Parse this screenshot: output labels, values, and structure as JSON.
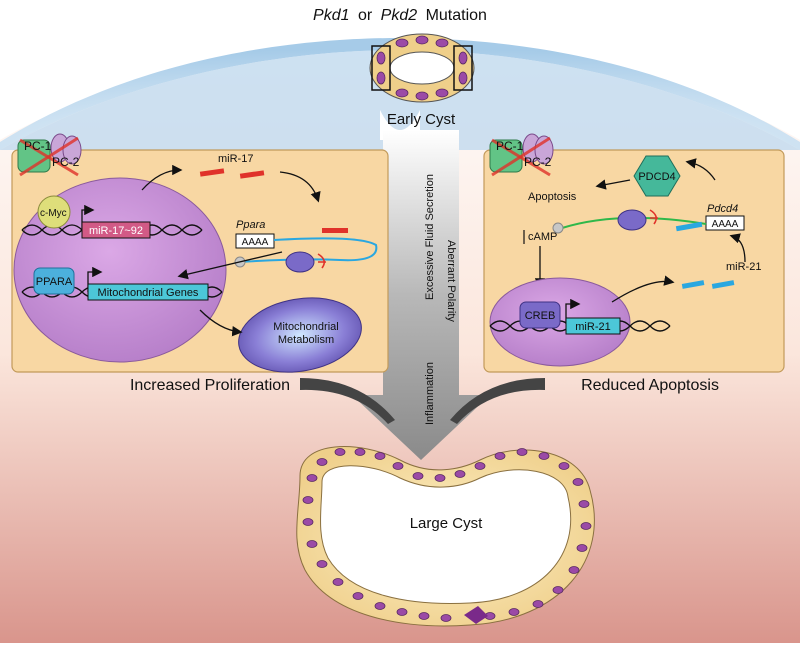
{
  "title": {
    "gene_a": "Pkd1",
    "connector": "or",
    "gene_b": "Pkd2",
    "suffix": "Mutation"
  },
  "early_cyst_label": "Early Cyst",
  "large_cyst_label": "Large Cyst",
  "arrow_labels": [
    "Excessive Fluid Secretion",
    "Aberrant Polarity",
    "Inflammation"
  ],
  "left_panel": {
    "pc1": "PC-1",
    "pc2": "PC-2",
    "cmyc": "c-Myc",
    "mir17_92": "miR-17~92",
    "mir17": "miR-17",
    "ppara_mrna": "Ppara",
    "polya": "AAAA",
    "ppara_protein": "PPARA",
    "mito_genes": "Mitochondrial Genes",
    "mito_metab_line1": "Mitochondrial",
    "mito_metab_line2": "Metabolism",
    "caption": "Increased Proliferation"
  },
  "right_panel": {
    "pc1": "PC-1",
    "pc2": "PC-2",
    "pdcd4_protein": "PDCD4",
    "apoptosis": "Apoptosis",
    "pdcd4_mrna": "Pdcd4",
    "polya": "AAAA",
    "camp": "cAMP",
    "mir21_small": "miR-21",
    "creb": "CREB",
    "mir21_gene": "miR-21",
    "caption": "Reduced Apoptosis"
  },
  "colors": {
    "panel": "#f8d7a3",
    "nucleus": "#c78ad6",
    "pc1": "#62c486",
    "pc2": "#c9a6d8",
    "mir_gene": "#d25a86",
    "mito_gene": "#4cc7d8",
    "mir_red": "#e0322a",
    "mir_blue": "#2aa7e0",
    "pdcd4": "#45b89a",
    "cmyc": "#dede7a"
  }
}
